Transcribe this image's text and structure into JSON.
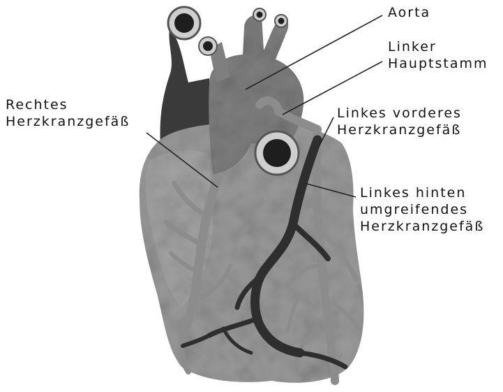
{
  "labels": {
    "aorta": "Aorta",
    "left_main": [
      "Linker",
      "Hauptstamm"
    ],
    "right_coronary": [
      "Rechtes",
      "Herzkranzgefäß"
    ],
    "left_anterior": [
      "Linkes vorderes",
      "Herzkranzgefäß"
    ],
    "left_circumflex": [
      "Linkes hinten",
      "umgreifendes",
      "Herzkranzgefäß"
    ]
  },
  "colors": {
    "background": "#ffffff",
    "heart_body": "#9a9a9a",
    "aorta": "#7f7f7f",
    "pulmonary_dark": "#3a3a3a",
    "vessels_light": "#8c8c8c",
    "vessels_dark": "#2e2e2e",
    "text": "#111111"
  }
}
